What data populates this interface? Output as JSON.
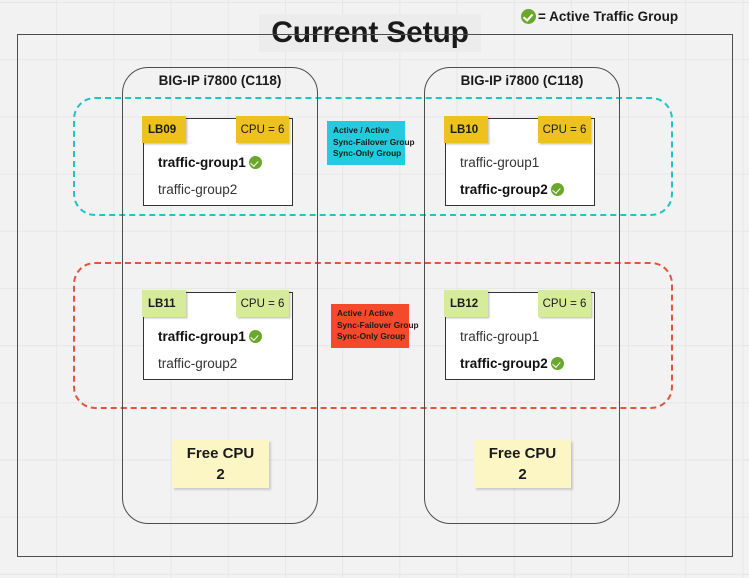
{
  "title": "Current Setup",
  "legend": {
    "icon": "green-check-circle-icon",
    "text": "= Active Traffic Group"
  },
  "devices": [
    {
      "id": "device-left",
      "title": "BIG-IP i7800 (C118)",
      "free_cpu_label": "Free CPU",
      "free_cpu_value": "2"
    },
    {
      "id": "device-right",
      "title": "BIG-IP i7800 (C118)",
      "free_cpu_label": "Free CPU",
      "free_cpu_value": "2"
    }
  ],
  "lb_cards": [
    {
      "name": "LB09",
      "cpu": "CPU = 6",
      "accent": "#edc11f",
      "traffic_groups": [
        {
          "label": "traffic-group1",
          "active": true
        },
        {
          "label": "traffic-group2",
          "active": false
        }
      ]
    },
    {
      "name": "LB10",
      "cpu": "CPU = 6",
      "accent": "#edc11f",
      "traffic_groups": [
        {
          "label": "traffic-group1",
          "active": false
        },
        {
          "label": "traffic-group2",
          "active": true
        }
      ]
    },
    {
      "name": "LB11",
      "cpu": "CPU = 6",
      "accent": "#d6ec9a",
      "traffic_groups": [
        {
          "label": "traffic-group1",
          "active": true
        },
        {
          "label": "traffic-group2",
          "active": false
        }
      ]
    },
    {
      "name": "LB12",
      "cpu": "CPU = 6",
      "accent": "#d6ec9a",
      "traffic_groups": [
        {
          "label": "traffic-group1",
          "active": false
        },
        {
          "label": "traffic-group2",
          "active": true
        }
      ]
    }
  ],
  "sync_groups": [
    {
      "id": "sync-top",
      "color": "#22ccdd",
      "line1": "Active / Active",
      "line2": "Sync-Failover Group",
      "line3": "Sync-Only Group"
    },
    {
      "id": "sync-bottom",
      "color": "#f4492a",
      "line1": "Active / Active",
      "line2": "Sync-Failover Group",
      "line3": "Sync-Only Group"
    }
  ],
  "group_outlines": [
    {
      "id": "group-cyan",
      "color": "#1fc3c8",
      "style": "dashed"
    },
    {
      "id": "group-red",
      "color": "#e2543b",
      "style": "dashed"
    }
  ],
  "colors": {
    "background": "#f2f2f2",
    "grid": "#e7e7e7",
    "frame": "#4d4d4d",
    "active_check": "#6aa82b",
    "free_cpu_fill": "#fcf5c4"
  }
}
